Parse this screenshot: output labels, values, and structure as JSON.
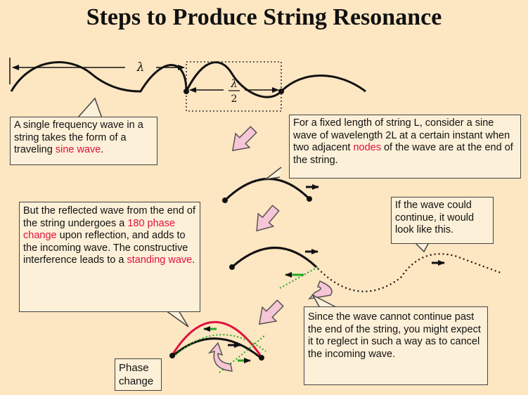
{
  "title": "Steps to Produce String Resonance",
  "labels": {
    "lambda": "λ",
    "half_num": "λ",
    "half_den": "2"
  },
  "boxes": {
    "single": {
      "pre": "A single frequency wave in a string takes the form of a traveling ",
      "highlight": "sine wave",
      "post": "."
    },
    "fixed": {
      "pre": "For a fixed length of string L, consider a sine wave of wavelength 2L at a certain instant when two adjacent ",
      "highlight": "nodes",
      "post": " of the wave are at the end of the string."
    },
    "continue": {
      "text": "If the wave could continue, it would look like this."
    },
    "reflect": {
      "pre": "But the reflected wave from the end of the string undergoes a ",
      "highlight1": "180 phase change",
      "mid": " upon reflection, and adds to the incoming wave. The constructive interference leads to a ",
      "highlight2": "standing wave",
      "post": "."
    },
    "cannot": {
      "text": "Since the wave cannot continue past the end of the string, you might expect it to reglect in such a way as to cancel the incoming wave."
    },
    "phase": {
      "line1": "Phase",
      "line2": "change"
    }
  },
  "colors": {
    "background": "#fde6c2",
    "box_bg": "#fdf0d8",
    "highlight": "#e0103c",
    "arrow_fill": "#f7c6d6",
    "arrow_stroke": "#555555",
    "green": "#22aa22",
    "red_wave": "#e0103c"
  }
}
